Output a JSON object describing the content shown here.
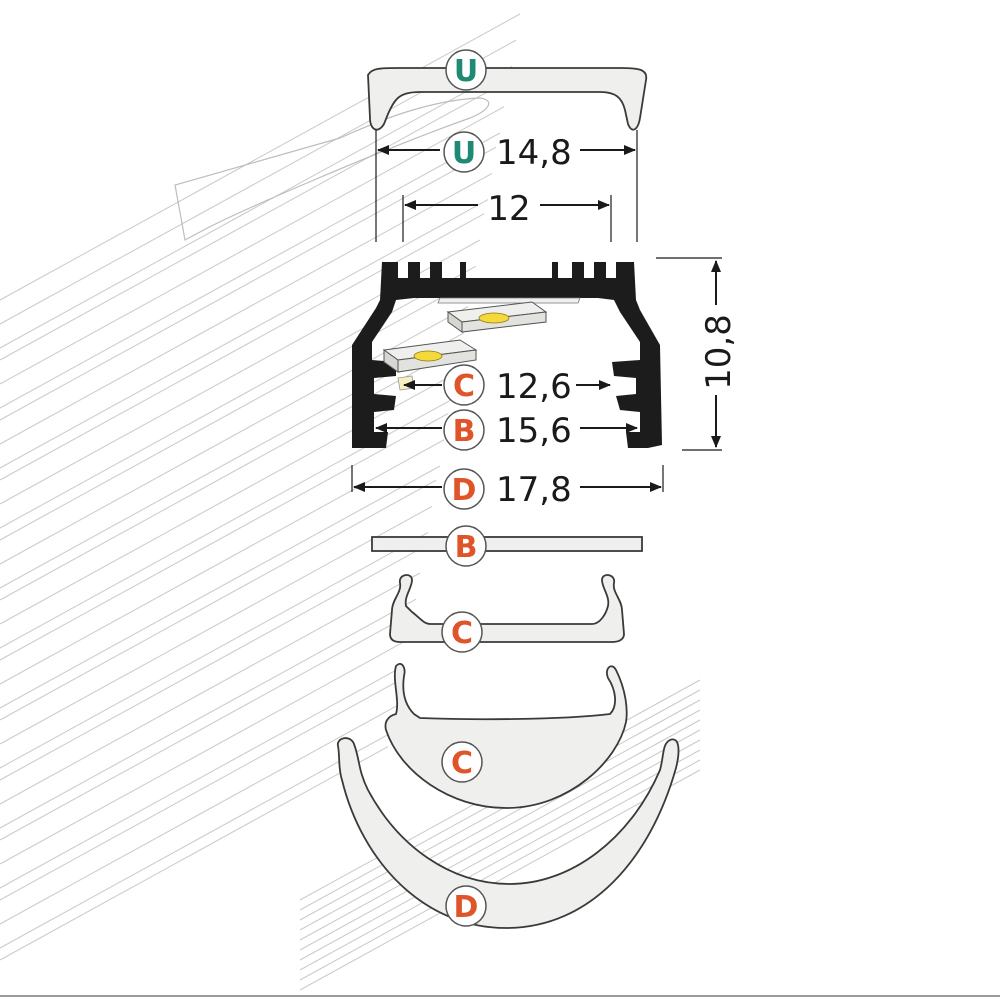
{
  "colors": {
    "badge_u": "#1f8a73",
    "badge_cbd": "#e0542a",
    "profile": "#1c1c1c",
    "diffuser_fill": "#efefed",
    "led": "#f5d83a"
  },
  "dimensions": {
    "u_width": {
      "badge": "U",
      "value": "14,8"
    },
    "inner_width": {
      "value": "12"
    },
    "height": {
      "value": "10,8"
    },
    "c_width": {
      "badge": "C",
      "value": "12,6"
    },
    "b_width": {
      "badge": "B",
      "value": "15,6"
    },
    "d_width": {
      "badge": "D",
      "value": "17,8"
    }
  },
  "parts": {
    "cover_u": {
      "badge": "U"
    },
    "cover_b": {
      "badge": "B"
    },
    "cover_c_flat": {
      "badge": "C"
    },
    "cover_c_round": {
      "badge": "C"
    },
    "cover_d": {
      "badge": "D"
    }
  }
}
